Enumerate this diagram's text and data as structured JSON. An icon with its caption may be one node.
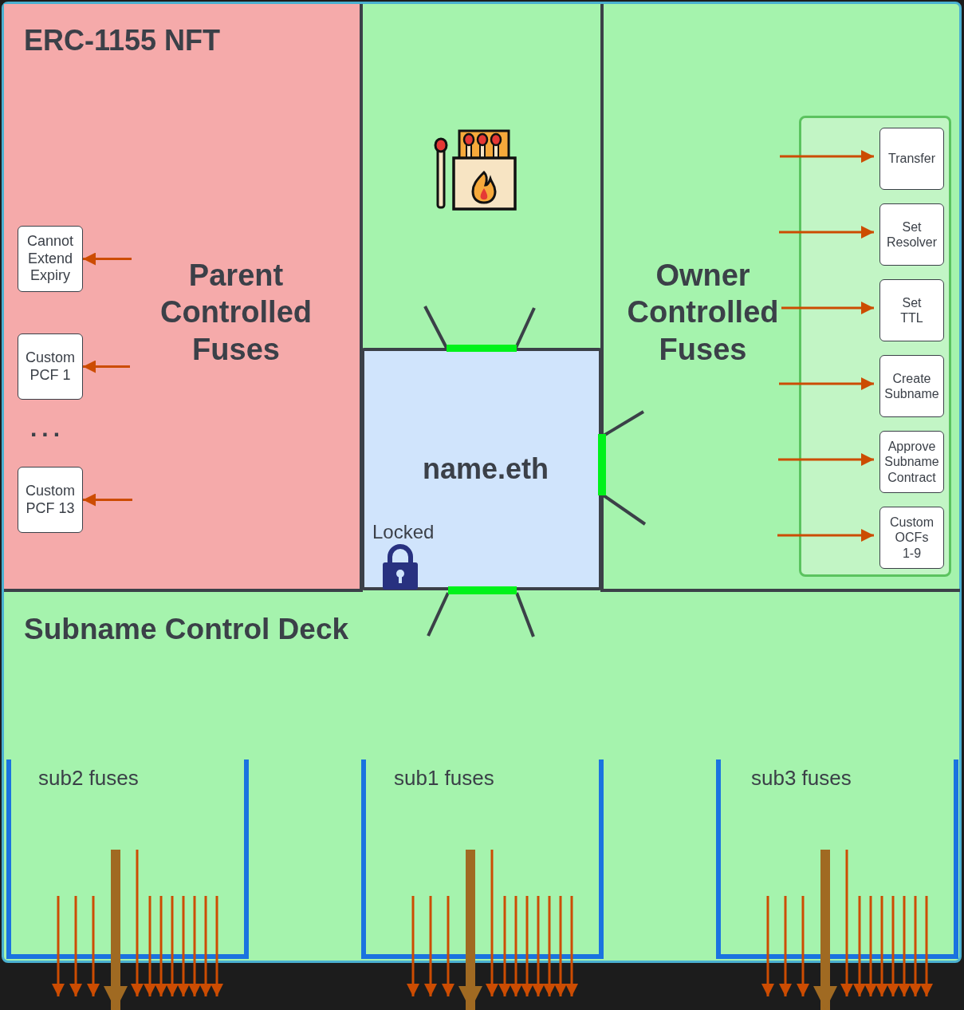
{
  "diagram": {
    "title": "ERC-1155 NFT",
    "nodes": [
      {
        "text": [
          "Parent Controlled Fuses"
        ]
      },
      {
        "text": [
          "Cannot Extend Expiry"
        ],
        "in": 0
      },
      {
        "text": [
          "Custom PCF 1"
        ],
        "in": 0
      },
      {
        "text": [
          "Custom PCF 13"
        ],
        "in": 0
      },
      {
        "text": [
          "name.eth",
          "Locked"
        ]
      },
      {
        "text": [
          "Owner Controlled Fuses"
        ]
      },
      {
        "text": [],
        "shape": "box",
        "in": 5
      },
      {
        "text": [
          "Transfer"
        ],
        "in": 6
      },
      {
        "text": [
          "Set Resolver"
        ],
        "in": 6
      },
      {
        "text": [
          "Set TTL"
        ],
        "in": 6
      },
      {
        "text": [
          "Create Subname"
        ],
        "in": 6
      },
      {
        "text": [
          "Approve Subname Contract"
        ],
        "in": 6
      },
      {
        "text": [
          "Custom OCFs 1-9"
        ],
        "in": 6
      },
      {
        "text": [
          "Subname Control Deck"
        ]
      },
      {
        "text": [
          "sub2 fuses"
        ],
        "in": 13
      },
      {
        "text": [
          "sub1 fuses"
        ],
        "in": 13
      },
      {
        "text": [
          "sub3 fuses"
        ],
        "in": 13
      }
    ],
    "edges": [
      {
        "from": null,
        "to": 1,
        "arrow": "to"
      },
      {
        "from": null,
        "to": 2,
        "arrow": "to"
      },
      {
        "from": null,
        "to": 3,
        "arrow": "to"
      },
      {
        "from": null,
        "to": 7,
        "arrow": "to"
      },
      {
        "from": null,
        "to": 8,
        "arrow": "to"
      },
      {
        "from": null,
        "to": 9,
        "arrow": "to"
      },
      {
        "from": null,
        "to": 10,
        "arrow": "to"
      },
      {
        "from": null,
        "to": 11,
        "arrow": "to"
      },
      {
        "from": null,
        "to": 12,
        "arrow": "to"
      },
      {
        "from": 14,
        "to": null,
        "arrow": "to"
      },
      {
        "from": 14,
        "to": null,
        "arrow": "to"
      },
      {
        "from": 14,
        "to": null,
        "arrow": "to"
      },
      {
        "from": 14,
        "to": null,
        "arrow": "to",
        "style": "thick",
        "color": "#a06a22"
      },
      {
        "from": 14,
        "to": null,
        "arrow": "to"
      },
      {
        "from": 14,
        "to": null,
        "arrow": "to"
      },
      {
        "from": 14,
        "to": null,
        "arrow": "to"
      },
      {
        "from": 14,
        "to": null,
        "arrow": "to"
      },
      {
        "from": 14,
        "to": null,
        "arrow": "to"
      },
      {
        "from": 14,
        "to": null,
        "arrow": "to"
      },
      {
        "from": 14,
        "to": null,
        "arrow": "to"
      },
      {
        "from": 14,
        "to": null,
        "arrow": "to"
      },
      {
        "from": 15,
        "to": null,
        "arrow": "to"
      },
      {
        "from": 15,
        "to": null,
        "arrow": "to"
      },
      {
        "from": 15,
        "to": null,
        "arrow": "to"
      },
      {
        "from": 15,
        "to": null,
        "arrow": "to",
        "style": "thick",
        "color": "#a06a22"
      },
      {
        "from": 15,
        "to": null,
        "arrow": "to"
      },
      {
        "from": 15,
        "to": null,
        "arrow": "to"
      },
      {
        "from": 15,
        "to": null,
        "arrow": "to"
      },
      {
        "from": 15,
        "to": null,
        "arrow": "to"
      },
      {
        "from": 15,
        "to": null,
        "arrow": "to"
      },
      {
        "from": 15,
        "to": null,
        "arrow": "to"
      },
      {
        "from": 15,
        "to": null,
        "arrow": "to"
      },
      {
        "from": 15,
        "to": null,
        "arrow": "to"
      },
      {
        "from": 16,
        "to": null,
        "arrow": "to"
      },
      {
        "from": 16,
        "to": null,
        "arrow": "to"
      },
      {
        "from": 16,
        "to": null,
        "arrow": "to"
      },
      {
        "from": 16,
        "to": null,
        "arrow": "to",
        "style": "thick",
        "color": "#a06a22"
      },
      {
        "from": 16,
        "to": null,
        "arrow": "to"
      },
      {
        "from": 16,
        "to": null,
        "arrow": "to"
      },
      {
        "from": 16,
        "to": null,
        "arrow": "to"
      },
      {
        "from": 16,
        "to": null,
        "arrow": "to"
      },
      {
        "from": 16,
        "to": null,
        "arrow": "to"
      },
      {
        "from": 16,
        "to": null,
        "arrow": "to"
      },
      {
        "from": 16,
        "to": null,
        "arrow": "to"
      },
      {
        "from": 16,
        "to": null,
        "arrow": "to"
      }
    ],
    "labels": [
      "..."
    ]
  }
}
